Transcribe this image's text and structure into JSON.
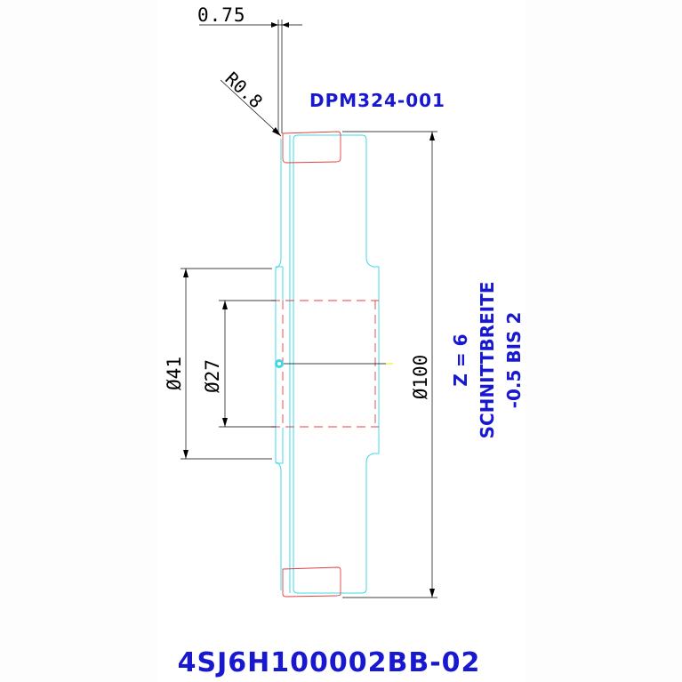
{
  "drawing": {
    "part_code": "DPM324-001",
    "drawing_number": "4SJ6H100002BB-02",
    "dimensions": {
      "width": "0.75",
      "radius": "R0.8",
      "dia_bore": "Ø27",
      "dia_hub": "Ø41",
      "dia_outer": "Ø100"
    },
    "notes": {
      "line1": "Z = 6",
      "line2": "SCHNITTBREITE",
      "line3": "-0.5 BIS 2"
    }
  },
  "colors": {
    "background": "#ffffff",
    "dimension": "#000000",
    "part_outline": "#40d8e8",
    "hidden_line": "#e04040",
    "annotation": "#1818d0"
  }
}
